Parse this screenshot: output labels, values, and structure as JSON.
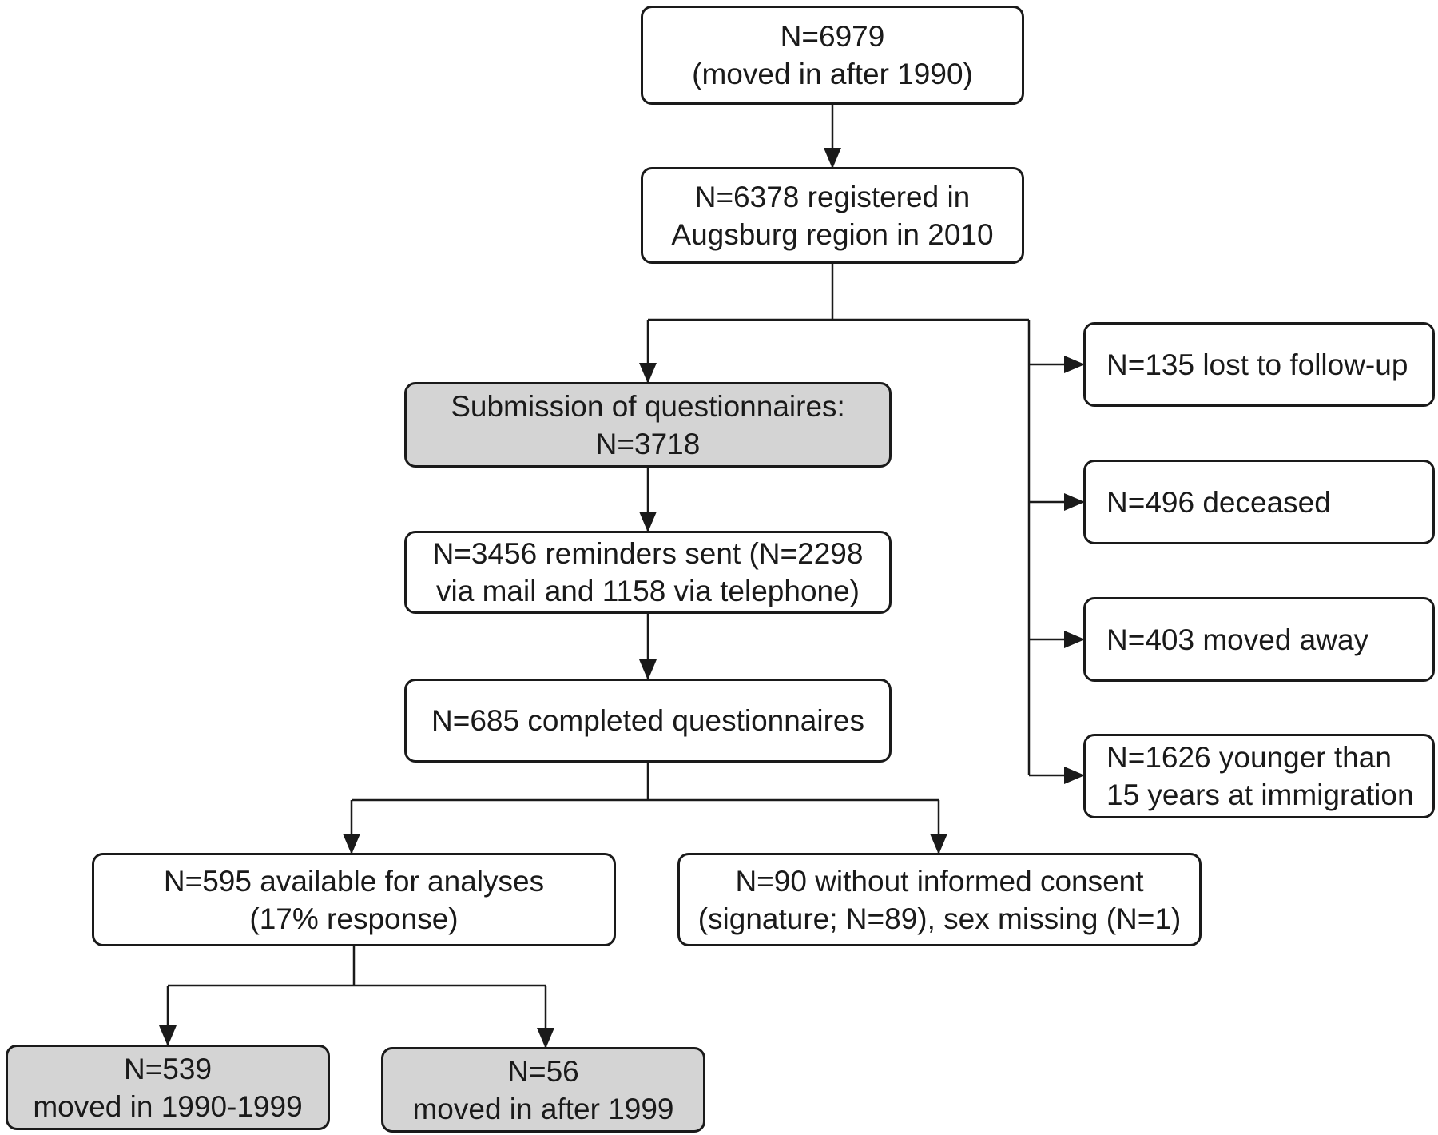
{
  "colors": {
    "stroke": "#1a1a1a",
    "box_fill": "#ffffff",
    "shaded_fill": "#d4d4d4"
  },
  "nodes": {
    "initial": [
      "N=6979",
      "(moved in after 1990)"
    ],
    "registered": [
      "N=6378 registered in",
      "Augsburg region in 2010"
    ],
    "submission": [
      "Submission of questionnaires:",
      "N=3718"
    ],
    "reminders": [
      "N=3456 reminders sent (N=2298",
      "via mail and 1158 via telephone)"
    ],
    "completed": [
      "N=685 completed questionnaires"
    ],
    "available": [
      "N=595 available for analyses",
      "(17% response)"
    ],
    "without_consent": [
      "N=90 without informed consent",
      "(signature; N=89), sex missing (N=1)"
    ],
    "moved_1990_1999": [
      "N=539",
      "moved in 1990-1999"
    ],
    "moved_after_1999": [
      "N=56",
      "moved in after 1999"
    ],
    "lost": [
      "N=135 lost to follow-up"
    ],
    "deceased": [
      "N=496 deceased"
    ],
    "moved_away": [
      "N=403 moved away"
    ],
    "younger": [
      "N=1626 younger than",
      "15 years at immigration"
    ]
  }
}
